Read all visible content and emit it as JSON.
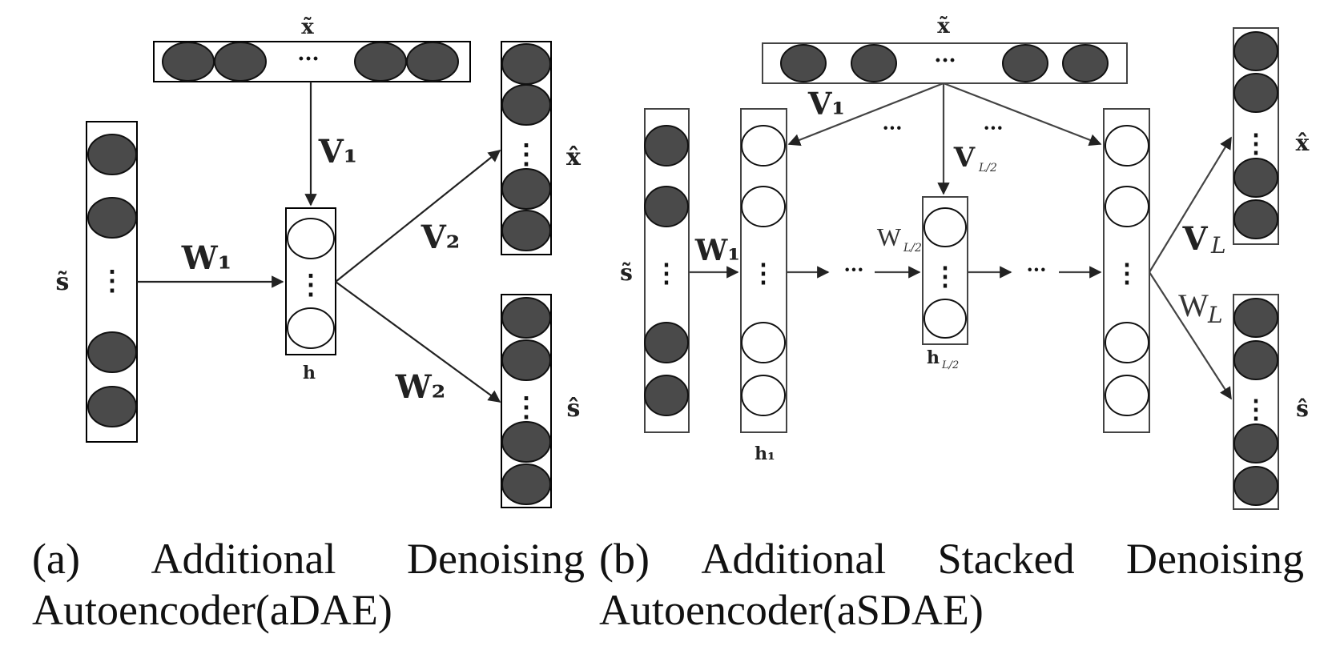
{
  "diagram": {
    "a": {
      "x_tilde": "x̃",
      "s_tilde": "s̃",
      "h": "h",
      "x_hat": "x̂",
      "s_hat": "ŝ",
      "V1": "V₁",
      "W1": "W₁",
      "V2": "V₂",
      "W2": "W₂",
      "dots_h": "···",
      "dots_v": "⋮"
    },
    "b": {
      "x_tilde": "x̃",
      "s_tilde": "s̃",
      "V1": "V₁",
      "W1": "W₁",
      "V_mid": "V",
      "W_mid": "W",
      "mid_sub": "L/2",
      "h1": "h₁",
      "h_mid": "h",
      "VL": "V",
      "WL": "W",
      "L": "L",
      "x_hat": "x̂",
      "s_hat": "ŝ",
      "dots_h": "···",
      "dots_v": "⋮"
    }
  },
  "captions": {
    "a_line1": [
      "(a)",
      "Additional",
      "Denoising"
    ],
    "a_line2": "Autoencoder(aDAE)",
    "b_line1": [
      "(b)",
      "Additional",
      "Stacked",
      "Denoising"
    ],
    "b_line2": "Autoencoder(aSDAE)"
  }
}
